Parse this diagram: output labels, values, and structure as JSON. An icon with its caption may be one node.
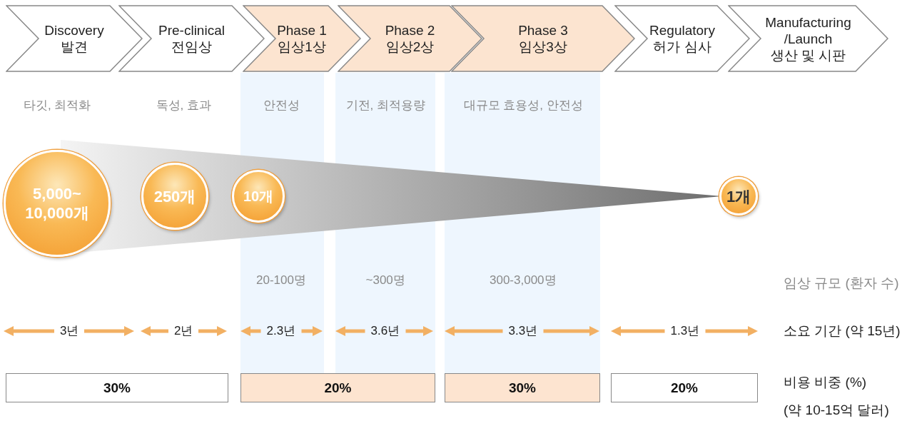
{
  "diagram": {
    "nodes": [
      {
        "text": [
          "Discovery",
          "발견"
        ]
      },
      {
        "text": [
          "Pre-clinical",
          "전임상"
        ]
      },
      {
        "text": [
          "Phase 1",
          "임상1상"
        ]
      },
      {
        "text": [
          "Phase 2",
          "임상2상"
        ]
      },
      {
        "text": [
          "Phase 3",
          "임상3상"
        ]
      },
      {
        "text": [
          "Regulatory",
          "허가 심사"
        ]
      },
      {
        "text": [
          "Manufacturing /Launch",
          "생산 및 시판"
        ]
      },
      {
        "text": [
          "5,000~ 10,000개"
        ]
      },
      {
        "text": [
          "250개"
        ]
      },
      {
        "text": [
          "10개"
        ]
      },
      {
        "text": [
          "1개"
        ]
      },
      {
        "text": [
          "30%"
        ]
      },
      {
        "text": [
          "20%"
        ]
      },
      {
        "text": [
          "30%"
        ]
      },
      {
        "text": [
          "20%"
        ]
      }
    ],
    "labels": [
      "타깃, 최적화",
      "독성, 효과",
      "안전성",
      "기전, 최적용량",
      "대규모 효용성, 안전성",
      "20-100명",
      "~300명",
      "300-3,000명",
      "임상 규모 (환자 수)",
      "3년",
      "2년",
      "2.3년",
      "3.6년",
      "3.3년",
      "1.3년",
      "소요 기간 (약 15년)",
      "비용 비중 (%)",
      "(약 10-15억 달러)"
    ]
  }
}
